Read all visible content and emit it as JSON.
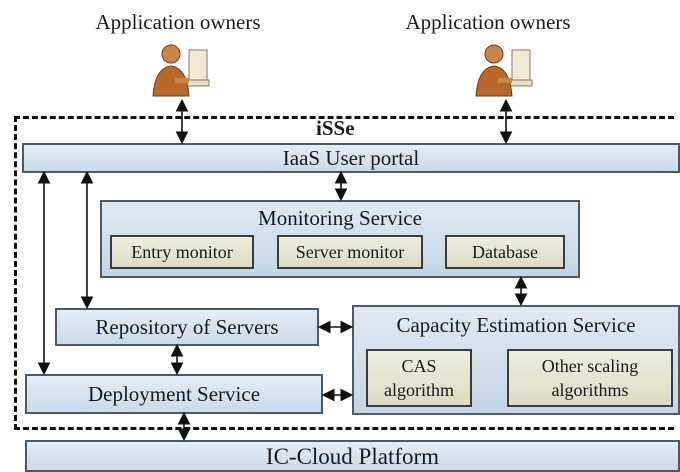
{
  "owners": [
    {
      "label": "Application owners"
    },
    {
      "label": "Application owners"
    }
  ],
  "system_name": "iSSe",
  "portal_label": "IaaS User portal",
  "monitoring": {
    "title": "Monitoring Service",
    "items": [
      "Entry monitor",
      "Server monitor",
      "Database"
    ]
  },
  "repository_label": "Repository of Servers",
  "capacity": {
    "title": "Capacity Estimation Service",
    "items": [
      "CAS algorithm",
      "Other scaling algorithms"
    ]
  },
  "deployment_label": "Deployment Service",
  "platform_label": "IC-Cloud Platform"
}
